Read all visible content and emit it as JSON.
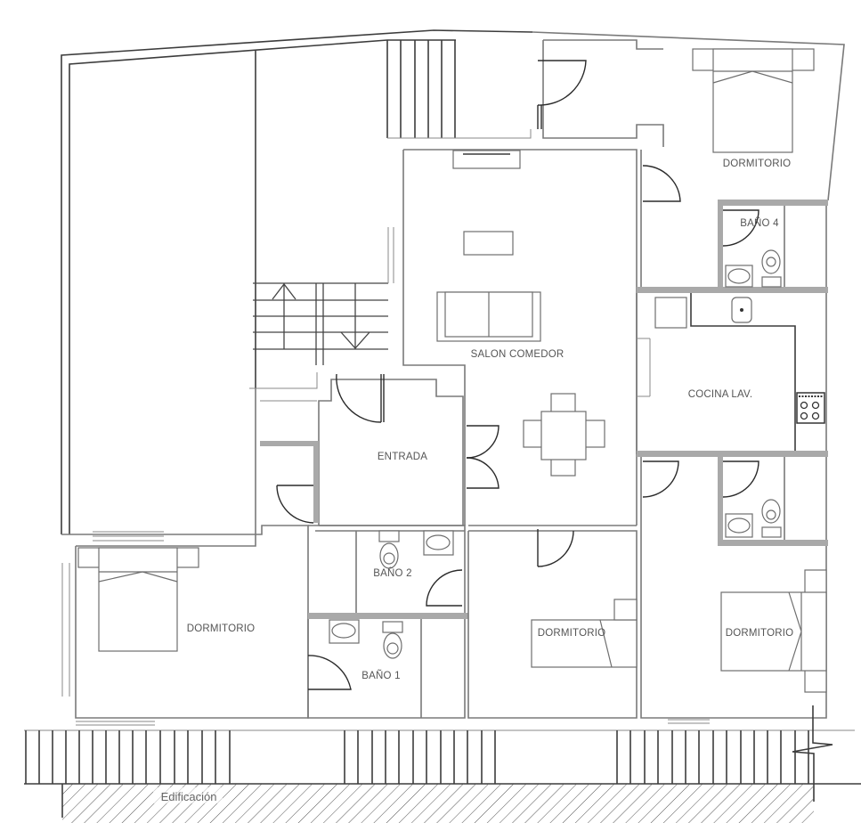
{
  "plan": {
    "type": "floor-plan",
    "rooms": {
      "dormitorio_top_right": "DORMITORIO",
      "bano_4": "BAÑO 4",
      "salon_comedor": "SALON COMEDOR",
      "cocina_lav": "COCINA LAV.",
      "entrada": "ENTRADA",
      "bano_2": "BAÑO 2",
      "bano_1": "BAÑO 1",
      "dormitorio_left": "DORMITORIO",
      "dormitorio_center": "DORMITORIO",
      "dormitorio_right": "DORMITORIO"
    },
    "footer": {
      "building_label": "Edificación"
    },
    "colors": {
      "wall": "#7a7a7a",
      "partition_fill": "#a9a9a9",
      "text": "#555555",
      "background": "#ffffff"
    }
  }
}
